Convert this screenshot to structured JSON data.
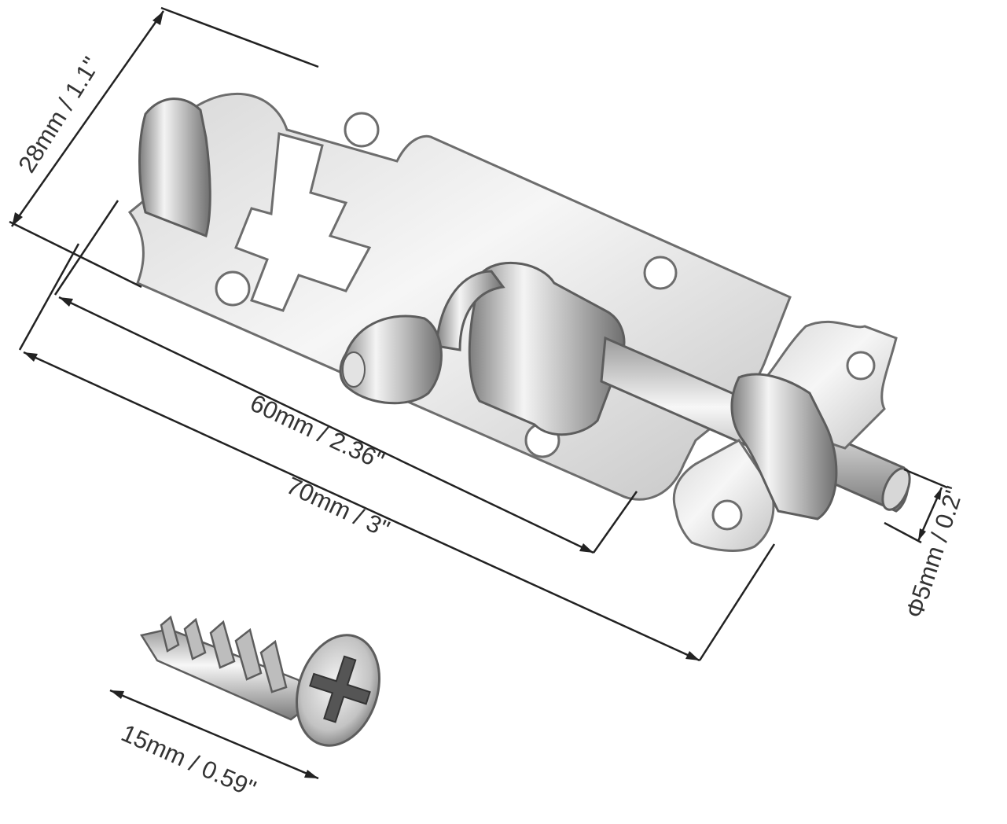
{
  "dimensions": {
    "height": "28mm / 1.1\"",
    "inner_length": "60mm / 2.36\"",
    "total_length": "70mm / 3\"",
    "bolt_diameter": "Φ5mm / 0.2\"",
    "screw_length": "15mm / 0.59\""
  },
  "colors": {
    "metal_light": "#f2f2f2",
    "metal_mid": "#c9c9c9",
    "metal_dark": "#8a8a8a",
    "dimension_line": "#222222",
    "text": "#333333"
  }
}
